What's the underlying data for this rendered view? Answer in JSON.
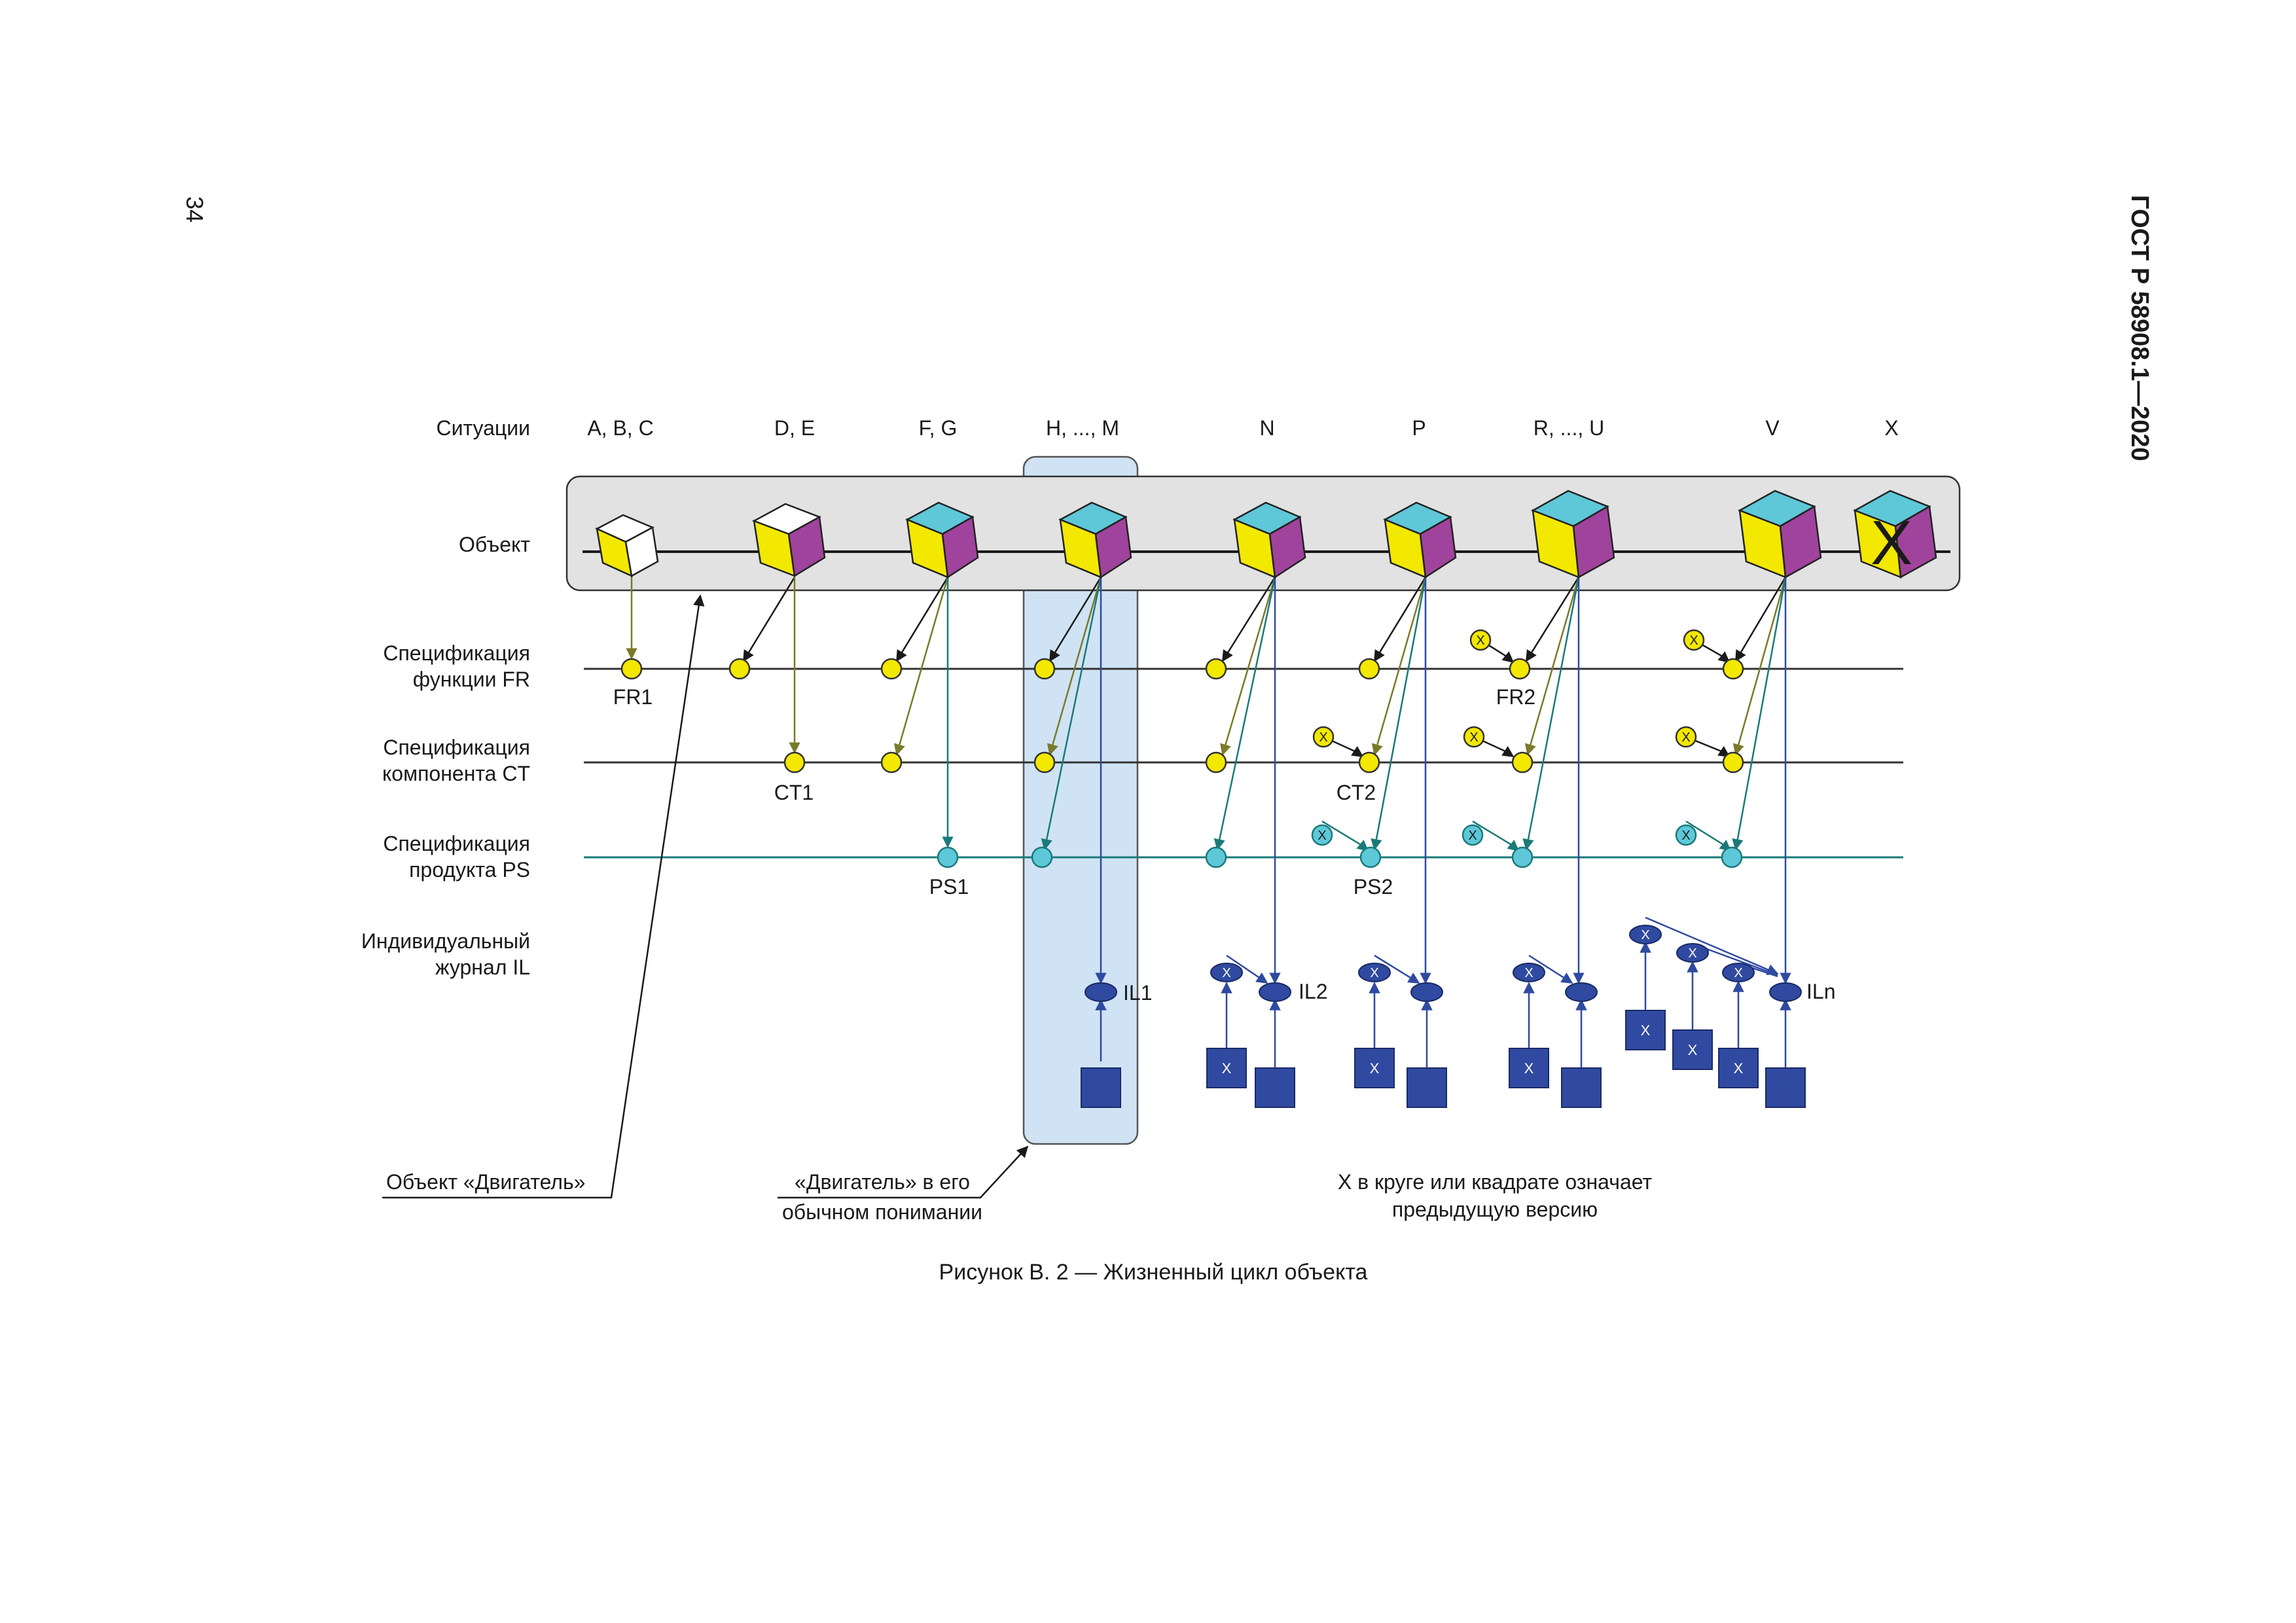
{
  "page": {
    "number": "34",
    "standard": "ГОСТ Р 58908.1—2020"
  },
  "rows": {
    "situations": "Ситуации",
    "object": "Объект",
    "fr_line1": "Спецификация",
    "fr_line2": "функции FR",
    "ct_line1": "Спецификация",
    "ct_line2": "компонента CT",
    "ps_line1": "Спецификация",
    "ps_line2": "продукта PS",
    "il_line1": "Индивидуальный",
    "il_line2": "журнал IL"
  },
  "situations": [
    "A, B, C",
    "D, E",
    "F, G",
    "H, ..., M",
    "N",
    "P",
    "R, ..., U",
    "V",
    "X"
  ],
  "node_labels": {
    "fr1": "FR1",
    "fr2": "FR2",
    "ct1": "CT1",
    "ct2": "CT2",
    "ps1": "PS1",
    "ps2": "PS2",
    "il1": "IL1",
    "il2": "IL2",
    "iln": "ILn",
    "x": "X"
  },
  "annotations": {
    "engine_object": "Объект «Двигатель»",
    "engine_usual_1": "«Двигатель» в его",
    "engine_usual_2": "обычном понимании",
    "note_1": "X в круге или квадрате означает",
    "note_2": "предыдущую версию"
  },
  "caption": "Рисунок В. 2 — Жизненный цикл объекта",
  "colors": {
    "yellow": "#f3e800",
    "cyan": "#5ec8d8",
    "magenta": "#a0439c",
    "navy": "#2f4aa0",
    "teal": "#1a7a7a",
    "olive": "#7a7a2a",
    "band": "#cfe3f4",
    "panel": "#e2e2e2"
  }
}
